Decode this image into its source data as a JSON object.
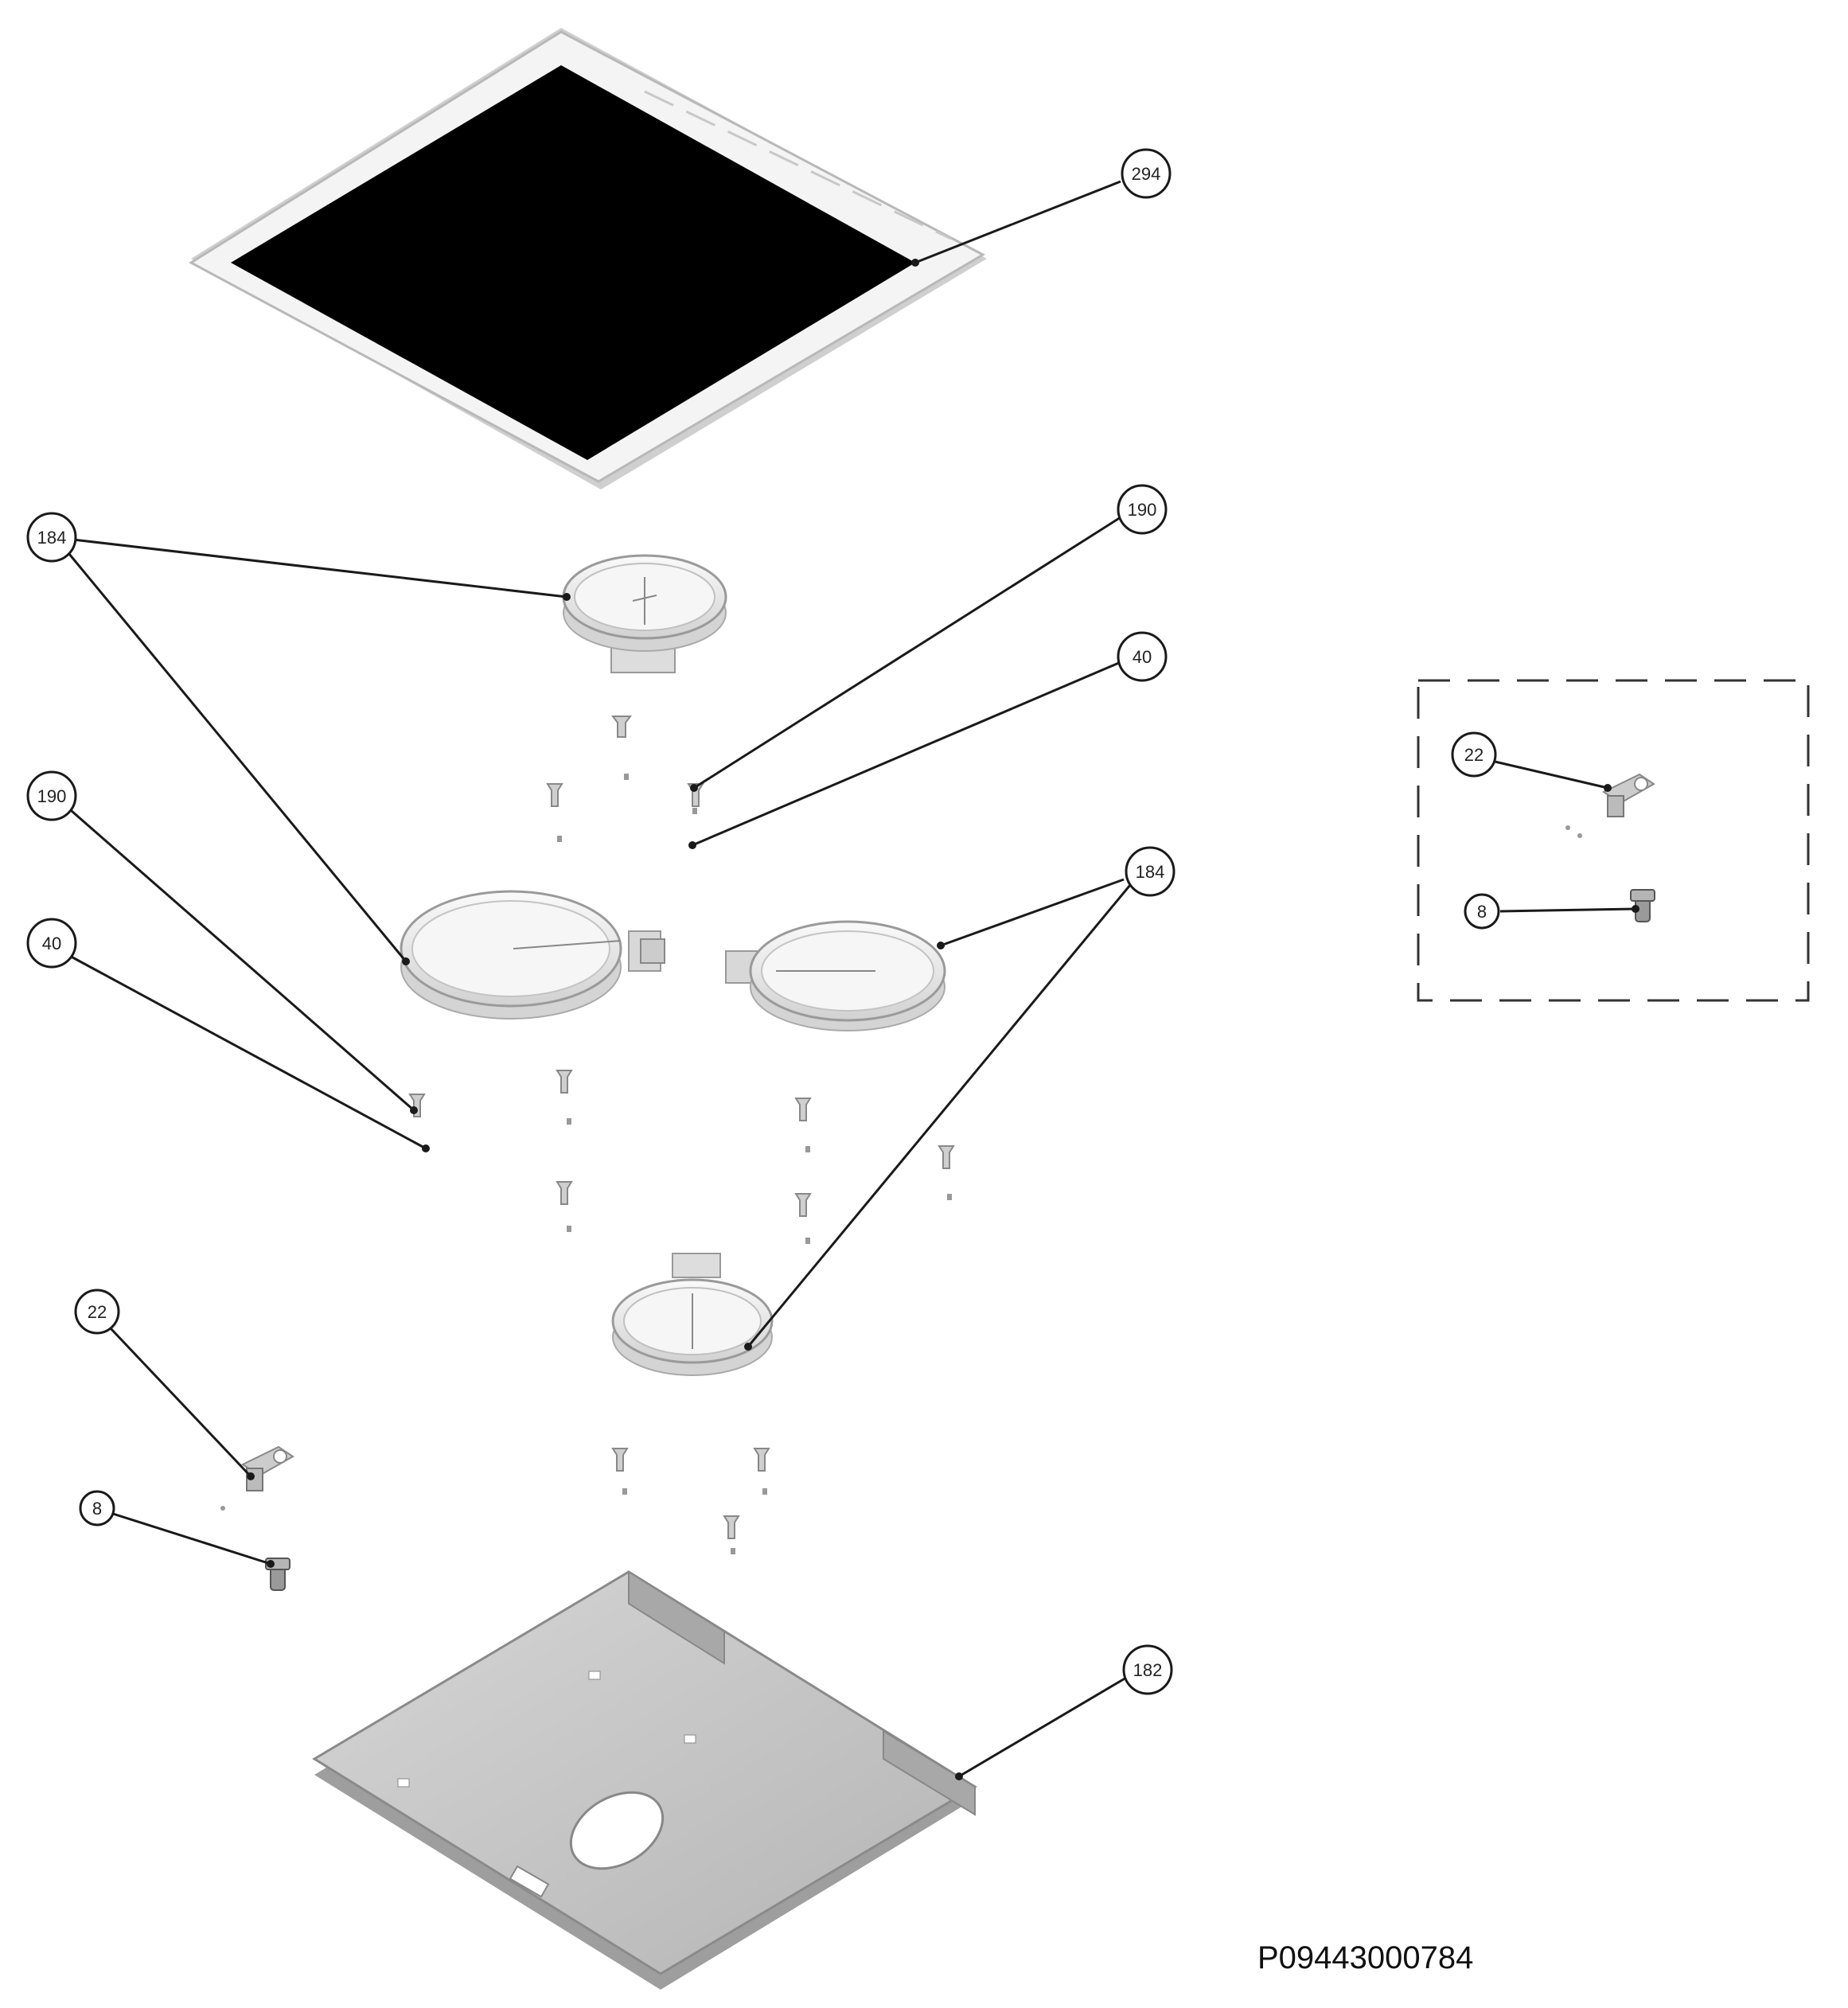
{
  "diagram_code": "P09443000784",
  "callouts": {
    "c294": "294",
    "c184a": "184",
    "c190a": "190",
    "c40a": "40",
    "c190b": "190",
    "c40b": "40",
    "c184b": "184",
    "c22a": "22",
    "c8a": "8",
    "c182": "182",
    "c22b": "22",
    "c8b": "8"
  },
  "colors": {
    "glass": "#000000",
    "frame": "#f4f4f4",
    "tray": "#bdbdbd",
    "line": "#1a1a1a"
  }
}
